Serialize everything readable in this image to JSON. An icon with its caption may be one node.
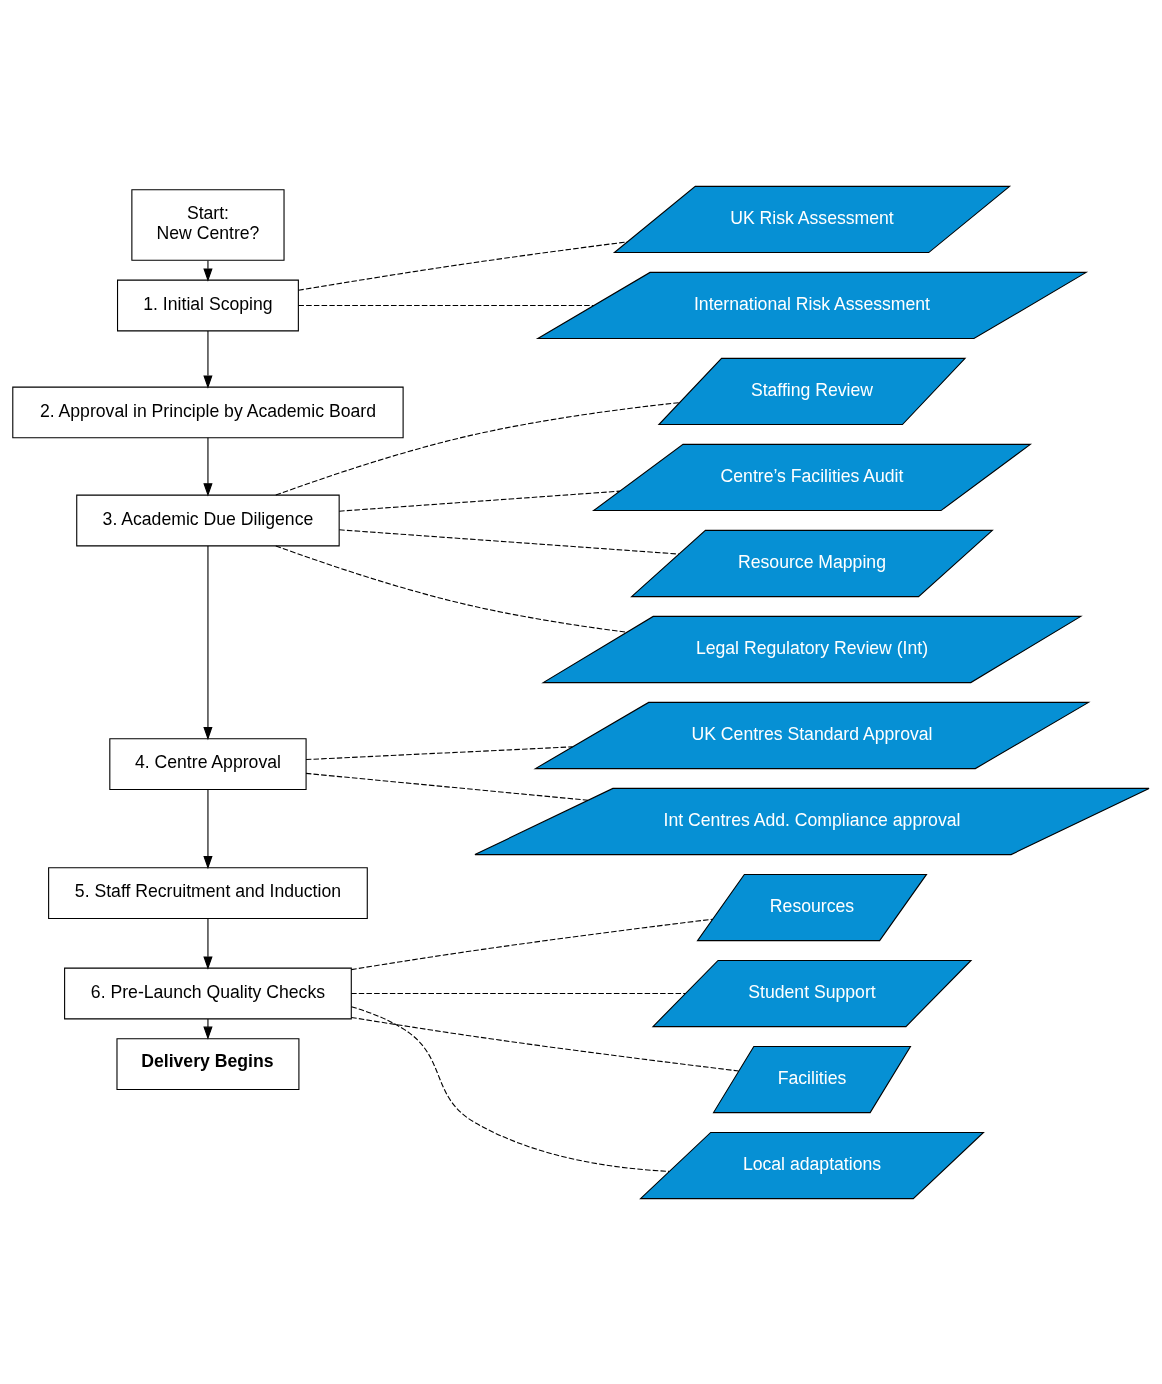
{
  "diagram": {
    "nodes": [
      {
        "text": [
          "Start:",
          "New Centre?"
        ]
      },
      {
        "text": [
          "1. Initial Scoping"
        ]
      },
      {
        "text": [
          "UK Risk Assessment"
        ]
      },
      {
        "text": [
          "International Risk Assessment"
        ]
      },
      {
        "text": [
          "2. Approval in Principle by Academic Board"
        ]
      },
      {
        "text": [
          "3. Academic Due Diligence"
        ]
      },
      {
        "text": [
          "Staffing Review"
        ]
      },
      {
        "text": [
          "Centre’s Facilities Audit"
        ]
      },
      {
        "text": [
          "Resource Mapping"
        ]
      },
      {
        "text": [
          "Legal Regulatory Review (Int)"
        ]
      },
      {
        "text": [
          "4. Centre Approval"
        ]
      },
      {
        "text": [
          "UK Centres Standard Approval"
        ]
      },
      {
        "text": [
          "Int Centres Add. Compliance approval"
        ]
      },
      {
        "text": [
          "5. Staff Recruitment and Induction"
        ]
      },
      {
        "text": [
          "6. Pre-Launch Quality Checks"
        ]
      },
      {
        "text": [
          "Resources"
        ]
      },
      {
        "text": [
          "Student Support"
        ]
      },
      {
        "text": [
          "Facilities"
        ]
      },
      {
        "text": [
          "Local adaptations"
        ]
      },
      {
        "text": [
          "Delivery Begins"
        ]
      }
    ],
    "edges": [
      {
        "from": 0,
        "to": 1,
        "arrow": "to"
      },
      {
        "from": 1,
        "to": 2,
        "arrow": "none",
        "style": "dashed"
      },
      {
        "from": 1,
        "to": 3,
        "arrow": "none",
        "style": "dashed"
      },
      {
        "from": 1,
        "to": 4,
        "arrow": "to"
      },
      {
        "from": 4,
        "to": 5,
        "arrow": "to"
      },
      {
        "from": 5,
        "to": 6,
        "arrow": "none",
        "style": "dashed"
      },
      {
        "from": 5,
        "to": 7,
        "arrow": "none",
        "style": "dashed"
      },
      {
        "from": 5,
        "to": 8,
        "arrow": "none",
        "style": "dashed"
      },
      {
        "from": 5,
        "to": 9,
        "arrow": "none",
        "style": "dashed"
      },
      {
        "from": 5,
        "to": 10,
        "arrow": "to"
      },
      {
        "from": 10,
        "to": 11,
        "arrow": "none",
        "style": "dashed"
      },
      {
        "from": 10,
        "to": 12,
        "arrow": "none",
        "style": "dashed"
      },
      {
        "from": 10,
        "to": 13,
        "arrow": "to"
      },
      {
        "from": 13,
        "to": 14,
        "arrow": "to"
      },
      {
        "from": 14,
        "to": 15,
        "arrow": "none",
        "style": "dashed"
      },
      {
        "from": 14,
        "to": 16,
        "arrow": "none",
        "style": "dashed"
      },
      {
        "from": 14,
        "to": 17,
        "arrow": "none",
        "style": "dashed"
      },
      {
        "from": 14,
        "to": 18,
        "arrow": "none",
        "style": "dashed"
      },
      {
        "from": 14,
        "to": 19,
        "arrow": "to"
      }
    ]
  }
}
